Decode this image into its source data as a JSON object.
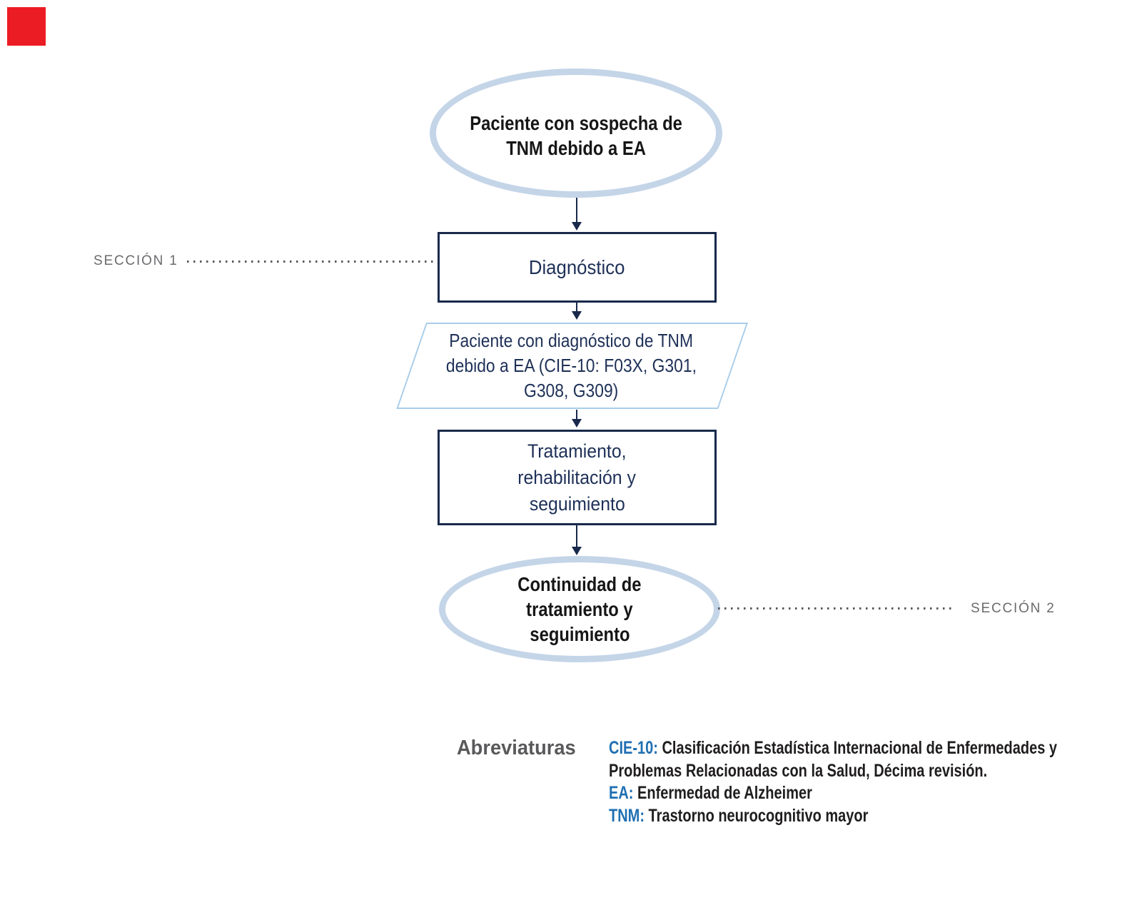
{
  "palette": {
    "navy_border": "#18294b",
    "navy_text": "#1e3057",
    "ellipse_border_blue": "#c4d5e8",
    "parallelogram_border_blue": "#a8cdea",
    "section_gray": "#6b6b6e",
    "abbrev_blue": "#1f6fb2",
    "abbrev_black": "#1f1d1e",
    "red_marker": "#ec1c24"
  },
  "flowchart": {
    "start_ellipse": {
      "lines": [
        "Paciente con sospecha de",
        "TNM debido a EA"
      ]
    },
    "diagnosis_box": {
      "label": "Diagnóstico"
    },
    "diagnosis_result_parallelogram": {
      "lines": [
        "Paciente con diagnóstico de TNM",
        "debido a EA (CIE-10: F03X, G301,",
        "G308, G309)"
      ]
    },
    "treatment_box": {
      "lines": [
        "Tratamiento,",
        "rehabilitación y",
        "seguimiento"
      ]
    },
    "end_ellipse": {
      "lines": [
        "Continuidad de",
        "tratamiento y",
        "seguimiento"
      ]
    }
  },
  "sections": {
    "section1_label": "SECCIÓN 1",
    "section2_label": "SECCIÓN 2"
  },
  "abbreviations": {
    "title": "Abreviaturas",
    "lines": [
      {
        "term": "CIE-10:",
        "text": " Clasificación Estadística Internacional de Enfermedades y"
      },
      {
        "term": "",
        "text": "Problemas Relacionadas con la Salud, Décima revisión."
      },
      {
        "term": "EA:",
        "text": " Enfermedad de Alzheimer"
      },
      {
        "term": "TNM:",
        "text": " Trastorno neurocognitivo mayor"
      }
    ]
  }
}
